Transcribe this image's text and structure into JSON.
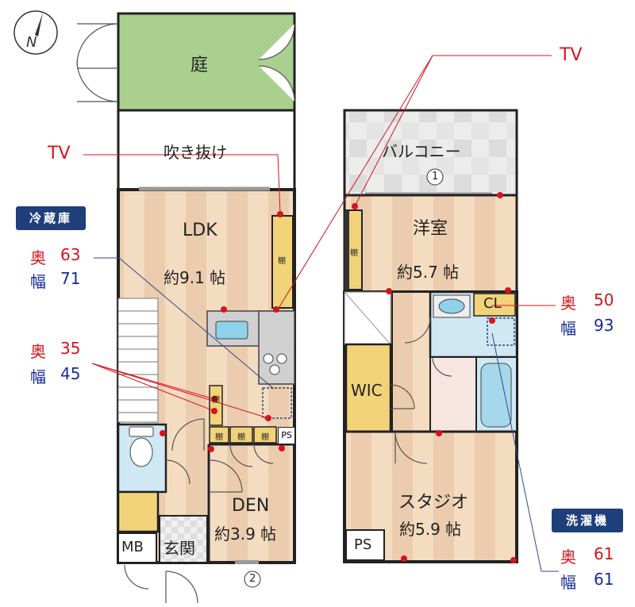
{
  "compass": {
    "north_label": "N"
  },
  "rooms": {
    "garden": "庭",
    "atrium": "吹き抜け",
    "ldk_name": "LDK",
    "ldk_size": "約9.1 帖",
    "balcony": "バルコニー",
    "western_name": "洋室",
    "western_size": "約5.7 帖",
    "wic": "WIC",
    "cl": "CL",
    "den_name": "DEN",
    "den_size": "約3.9 帖",
    "studio_name": "スタジオ",
    "studio_size": "約5.9 帖",
    "entrance": "玄関",
    "mb": "MB",
    "ps_small": "PS",
    "ps_large": "PS",
    "shelf": "棚"
  },
  "markers": {
    "one": "1",
    "two": "2"
  },
  "tv_labels": {
    "left": "TV",
    "right": "TV"
  },
  "fridge": {
    "title": "冷蔵庫",
    "depth_label": "奥",
    "depth_value": "63",
    "width_label": "幅",
    "width_value": "71"
  },
  "small_space": {
    "depth_label": "奥",
    "depth_value": "35",
    "width_label": "幅",
    "width_value": "45"
  },
  "closet_space": {
    "depth_label": "奥",
    "depth_value": "50",
    "width_label": "幅",
    "width_value": "93"
  },
  "washer": {
    "title": "洗濯機",
    "depth_label": "奥",
    "depth_value": "61",
    "width_label": "幅",
    "width_value": "61"
  },
  "colors": {
    "wall": "#222222",
    "garden_green": "#a9d08e",
    "floor_wood": "#f3dcc0",
    "shelf_yellow": "#f3d37a",
    "outlet_red": "#d4141c",
    "badge_navy": "#1f3f7a",
    "bath_blue": "#cfe8f3"
  }
}
